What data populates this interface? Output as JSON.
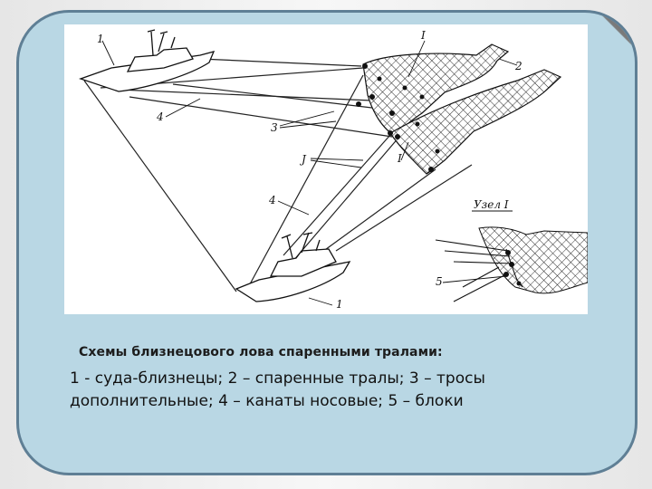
{
  "diagram": {
    "labels": {
      "vessel_top": "1",
      "vessel_bottom": "1",
      "trawl": "2",
      "rope_3a": "3",
      "rope_3b": "J",
      "rope_4a": "4",
      "rope_4b": "4",
      "node_top": "I",
      "node_mid": "I",
      "inset_title": "Узел I",
      "block": "5"
    }
  },
  "caption": {
    "title": "Схемы близнецового лова спаренными тралами:",
    "line1": "1 - суда-близнецы; 2 – спаренные тралы; 3 – тросы",
    "line2": "дополнительные; 4 – канаты носовые; 5 – блоки"
  },
  "colors": {
    "background": "#b9d7e4",
    "border": "#5f7f95"
  }
}
